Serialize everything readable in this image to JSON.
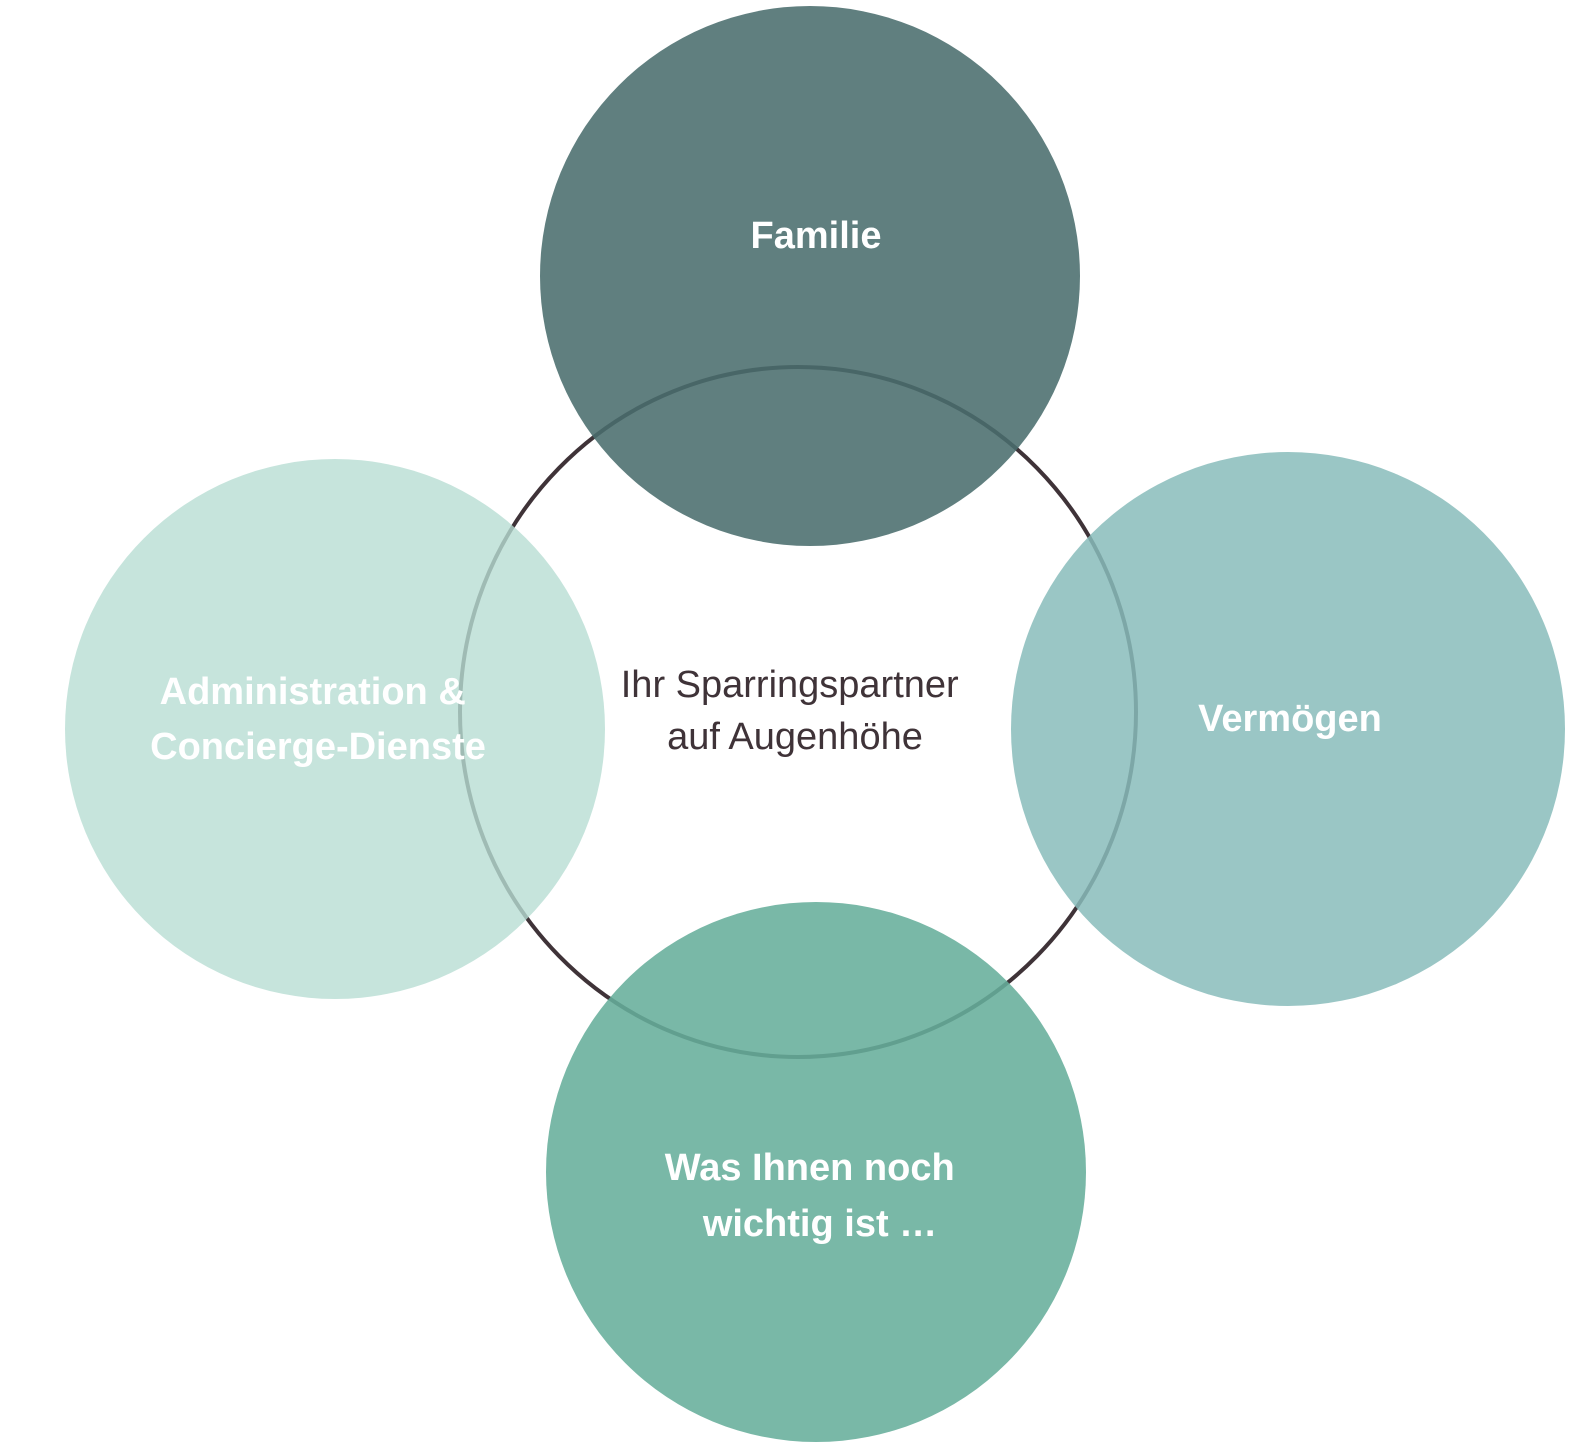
{
  "center": {
    "line1": "Ihr Sparringspartner",
    "line2": "auf Augenhöhe"
  },
  "bubbles": {
    "familie": {
      "line1": "Familie",
      "color": "#4a6d6d"
    },
    "vermoegen": {
      "line1": "Vermögen",
      "color": "#88bcbb"
    },
    "wichtig": {
      "line1": "Was Ihnen noch",
      "line2": "wichtig ist …",
      "color": "#66ae9b"
    },
    "administration": {
      "line1": "Administration &",
      "line2": "Concierge-Dienste",
      "color": "#b8ddd3"
    }
  },
  "ring_color": "#3f3338"
}
